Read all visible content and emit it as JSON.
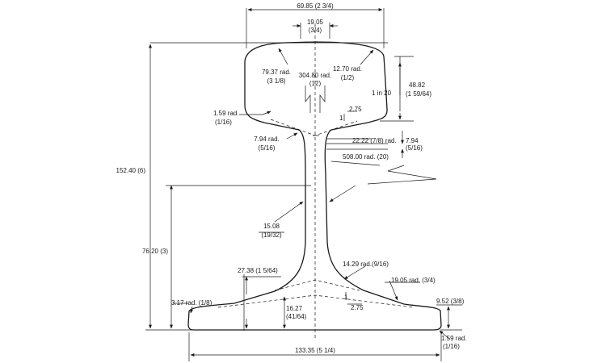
{
  "dimensions": {
    "top_width": "69.85  (2 3/4)",
    "head_center": "19.05",
    "head_center_frac": "(3/4)",
    "head_rad_left": "79.37  rad.",
    "head_rad_left_frac": "(3 1/8)",
    "crown_rad": "304.80  rad.",
    "crown_rad_frac": "(12)",
    "head_rad_right": "12.70  rad.",
    "head_rad_right_frac": "(1/2)",
    "fish_depth": "48.82",
    "fish_depth_frac": "(1 59/64)",
    "slope_top": "1 in 20",
    "small_rad": "1.59  rad.",
    "small_rad_frac": "(1/16)",
    "slope_run_top": "2.75",
    "slope_rise_top": "1",
    "web_upper_rad": "7.94  rad.",
    "web_upper_rad_frac": "(5/16)",
    "head_fillet": "22.22  (7/8)  rad.",
    "head_side": "7.94",
    "head_side_frac": "(5/16)",
    "web_rad": "508.00  rad.  (20)",
    "overall_height": "152.40  (6)",
    "web_thickness": "15.08",
    "web_thickness_frac": "(19/32)",
    "neutral_height": "76.20  (3)",
    "foot_fillet": "27.38  (1 5/64)",
    "web_lower_rad": "14.29  rad.(9/16)",
    "foot_rad": "19.05  rad.  (3/4)",
    "foot_slope_rise": "1",
    "foot_slope_run": "2.75",
    "foot_thickness": "16.27",
    "foot_thickness_frac": "(41/64)",
    "foot_edge_rad": "3.17  rad.  (1/8)",
    "foot_edge": "9.52  (3/8)",
    "foot_corner_rad": "1.59  rad.",
    "foot_corner_rad_frac": "(1/16)",
    "base_width": "133.35  (5 1/4)"
  }
}
